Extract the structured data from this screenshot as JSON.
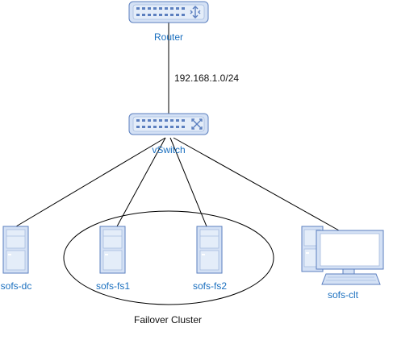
{
  "colors": {
    "device_fill": "#d4e1f5",
    "device_stroke": "#5b7fbf",
    "label_blue": "#1a6fbf",
    "line": "#000000",
    "text_dark": "#111111"
  },
  "nodes": {
    "router": {
      "label": "Router",
      "icon": "router-icon"
    },
    "vswitch": {
      "label": "vSwitch",
      "icon": "switch-icon"
    },
    "dc": {
      "label": "sofs-dc",
      "icon": "server-icon"
    },
    "fs1": {
      "label": "sofs-fs1",
      "icon": "server-icon"
    },
    "fs2": {
      "label": "sofs-fs2",
      "icon": "server-icon"
    },
    "clt": {
      "label": "sofs-clt",
      "icon": "workstation-icon"
    }
  },
  "links": {
    "uplink_label": "192.168.1.0/24"
  },
  "groups": {
    "cluster_label": "Failover Cluster"
  }
}
